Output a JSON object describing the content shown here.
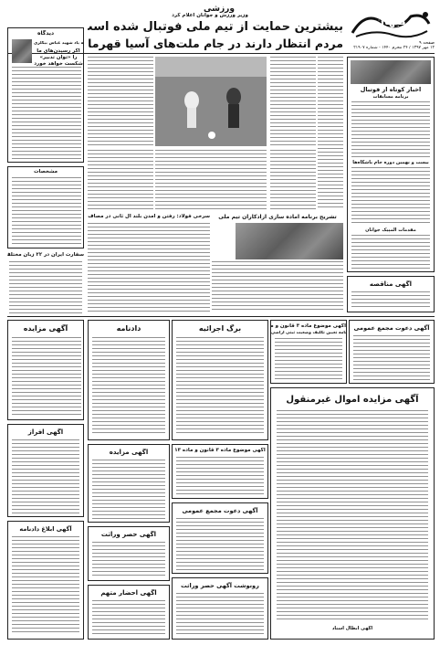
{
  "masthead": {
    "logo": "کیهان",
    "page_label": "صفحه ۹",
    "date_line": "۱۲ مهر ۱۳۹۷ / ۲۴ محرم ۱۴۴۰ - شماره ۲۱۹۰۷",
    "section": "ورزشی"
  },
  "lead": {
    "kicker": "وزیر ورزش و جوانان اعلام کرد",
    "headline_1": "بیشترین حمایت از تیم ملی فوتبال شده است",
    "headline_2": "مردم انتظار دارند در جام ملت‌های آسیا قهرمان شویم"
  },
  "right_column": {
    "title": "اخبار کوتاه از فوتبال",
    "subtitle_1": "برنامه مسابقات",
    "subtitle_2": "بیست و نهمین دوره جام باشگاه‌ها",
    "subtitle_3": "مقدمات المپیک جوانان"
  },
  "left_column": {
    "column_title": "دیدگاه",
    "byline": "به یاد شهید عباس بیگلری",
    "headline": "اگر رسیدن‌های ما را «توان تدبیر» شکست خواهد خورد",
    "ad_title": "آگهی مزایده",
    "box_title": "مشخصات",
    "second_headline": "سفارت ایران در ۲۲ زبان مختلف"
  },
  "middle": {
    "headline_left": "سرخی فولاد: رفتن و آمدن بلند آل ثانی در مصاف با پرسپولیس",
    "headline_right": "تشریح برنامه آماده سازی آزادکاران تیم ملی"
  },
  "notices": {
    "a1_title": "آگهی موضوع ماده ۳ قانون و ماده ۱۳",
    "a1_sub": "آیین‌نامه تعیین تکلیف وضعیت ثبتی اراضی",
    "a2_title": "آگهی مناقصه",
    "a3_title": "آگهی دعوت مجمع عمومی",
    "a4_title": "برگ اجرائیه",
    "a5_title": "دادنامه",
    "a6_title": "آگهی مزایده",
    "a7_title": "آگهی احضار متهم",
    "a8_title": "آگهی حصر وراثت",
    "a9_title": "آگهی موضوع ماده ۳ قانون و ماده ۱۳",
    "a10_title": "آگهی مزایده اموال غیرمنقول",
    "a11_title": "آگهی دعوت مجمع عمومی",
    "a12_title": "آگهی افراز",
    "a13_title": "رونوشت آگهی حصر وراثت",
    "a14_title": "آگهی ابطال اسناد",
    "a15_title": "آگهی ابلاغ دادنامه"
  }
}
